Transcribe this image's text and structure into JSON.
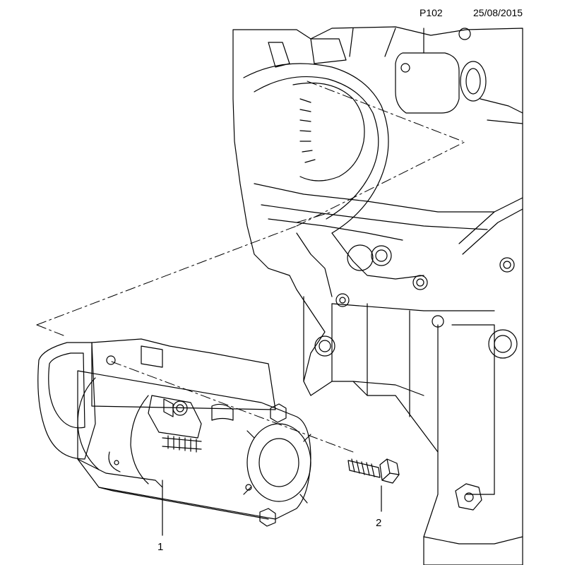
{
  "header": {
    "page_code": "P102",
    "date": "25/08/2015"
  },
  "callouts": [
    {
      "label": "1",
      "part": "starter-motor"
    },
    {
      "label": "2",
      "part": "mounting-bolt"
    }
  ],
  "colors": {
    "line": "#000000",
    "background": "#ffffff"
  }
}
